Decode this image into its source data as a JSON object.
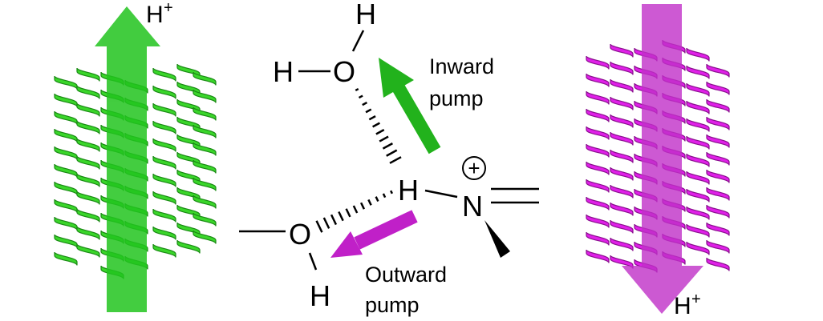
{
  "colors": {
    "inward": "#22c41e",
    "outward": "#c020c8",
    "protein_green": "#3ad62a",
    "protein_magenta": "#e020e8"
  },
  "left_protein": {
    "proton_label": "H",
    "proton_charge": "+"
  },
  "right_protein": {
    "proton_label": "H",
    "proton_charge": "+"
  },
  "molecule": {
    "water_top": {
      "h1": "H",
      "o": "O",
      "h2": "H"
    },
    "water_bottom": {
      "o": "O",
      "h": "H"
    },
    "bridging_h": "H",
    "nitrogen": "N",
    "charge": "+"
  },
  "arrows": {
    "inward": {
      "line1": "Inward",
      "line2": "pump"
    },
    "outward": {
      "line1": "Outward",
      "line2": "pump"
    }
  }
}
